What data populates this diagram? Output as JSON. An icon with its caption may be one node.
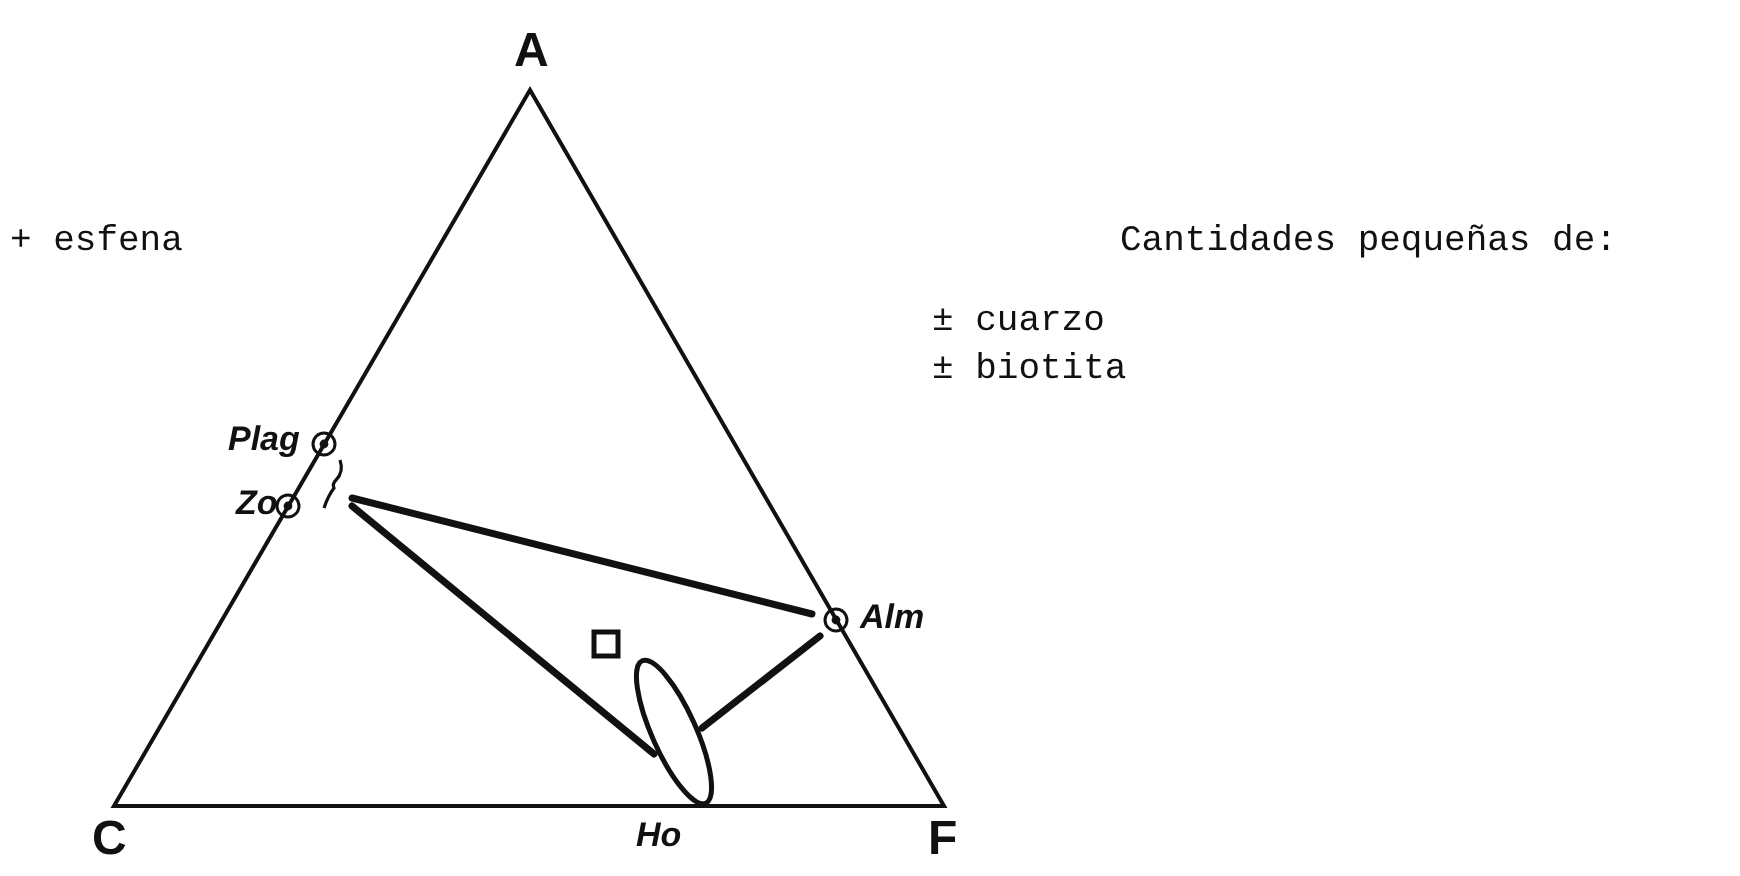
{
  "diagram": {
    "nodes": [
      {
        "text": [
          "Plag"
        ]
      },
      {
        "text": [
          "Zo"
        ]
      },
      {
        "text": [],
        "shape": "bracket"
      },
      {
        "text": [
          "Alm"
        ]
      },
      {
        "text": [
          "Ho"
        ]
      }
    ],
    "edges": [
      {
        "from": 2,
        "to": 3,
        "arrow": "none"
      },
      {
        "from": 2,
        "to": 4,
        "arrow": "none"
      },
      {
        "from": 3,
        "to": 4,
        "arrow": "none"
      }
    ],
    "labels": [
      "A",
      "+ esfena",
      "Cantidades pequeñas de:",
      "± cuarzo",
      "± biotita",
      "C",
      "F"
    ]
  }
}
